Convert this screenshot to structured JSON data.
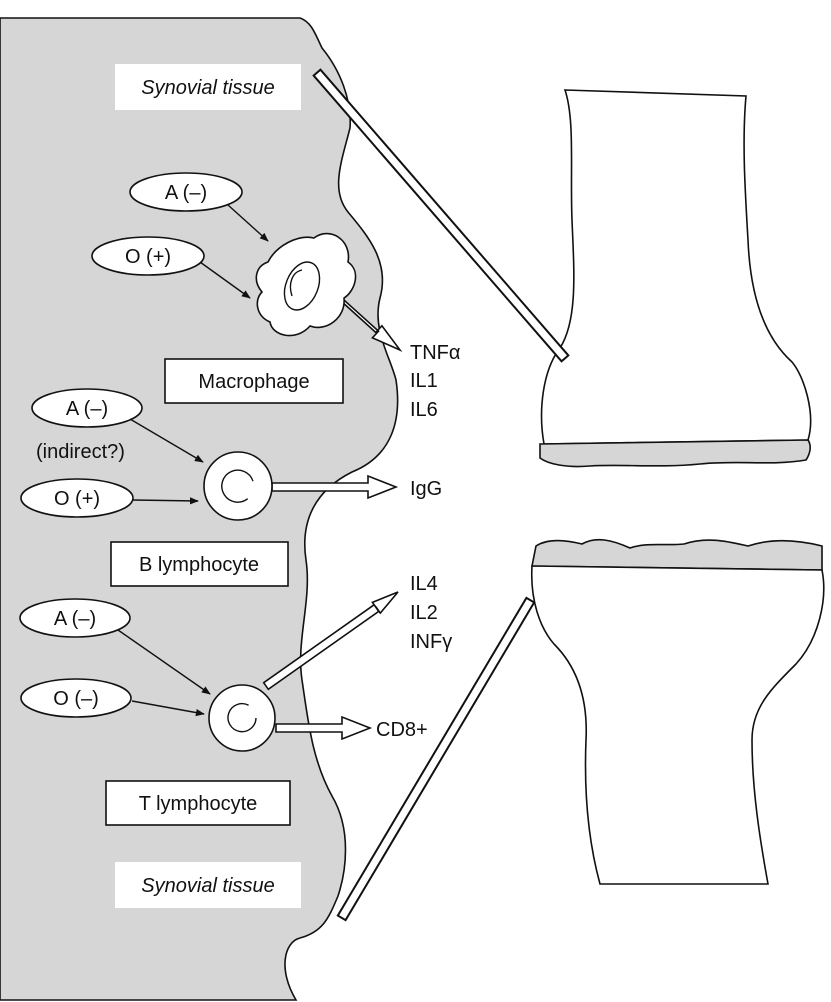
{
  "diagram": {
    "tissue_label_top": "Synovial tissue",
    "tissue_label_bottom": "Synovial tissue",
    "colors": {
      "tissue": "#d6d6d6",
      "cartilage": "#d6d6d6",
      "stroke": "#111111",
      "fill": "#ffffff"
    },
    "macrophage": {
      "label": "Macrophage",
      "inputs": [
        "A (–)",
        "O (+)"
      ],
      "outputs": [
        "TNFα",
        "IL1",
        "IL6"
      ]
    },
    "b_lymphocyte": {
      "label": "B lymphocyte",
      "inputs": [
        "A (–)",
        "O (+)"
      ],
      "note": "(indirect?)",
      "output": "IgG"
    },
    "t_lymphocyte": {
      "label": "T lymphocyte",
      "inputs": [
        "A (–)",
        "O (–)"
      ],
      "outputs": [
        "IL4",
        "IL2",
        "INFγ"
      ],
      "output_secondary": "CD8+"
    }
  }
}
